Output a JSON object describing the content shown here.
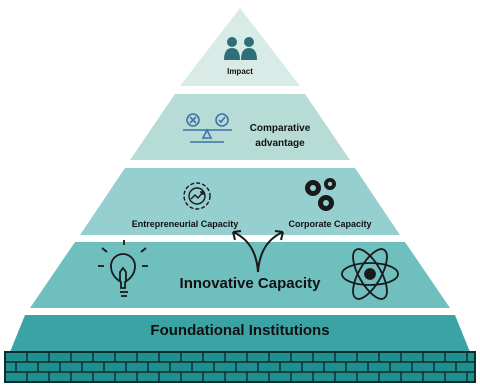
{
  "pyramid": {
    "impact_label": "Impact",
    "comparative_label_line1": "Comparative",
    "comparative_label_line2": "advantage",
    "entrepreneurial_label": "Entrepreneurial Capacity",
    "corporate_label": "Corporate Capacity",
    "innovative_label": "Innovative Capacity",
    "foundational_label": "Foundational Institutions"
  },
  "colors": {
    "tier_top": "#d8ebe6",
    "tier_2": "#b7dbd5",
    "tier_3": "#95cfcf",
    "tier_4": "#6fbfbf",
    "tier_base": "#3aa3a3",
    "brick": "#1f8f8f",
    "brick_line": "#0b2f2f",
    "icon_dark": "#1a1a1a",
    "icon_teal": "#2e6f78",
    "icon_blue": "#3d73a6"
  },
  "icons": [
    "people-icon",
    "scale-icon",
    "gear-progress-icon",
    "gears-icon",
    "lightbulb-icon",
    "atom-icon",
    "split-arrow-icon"
  ]
}
